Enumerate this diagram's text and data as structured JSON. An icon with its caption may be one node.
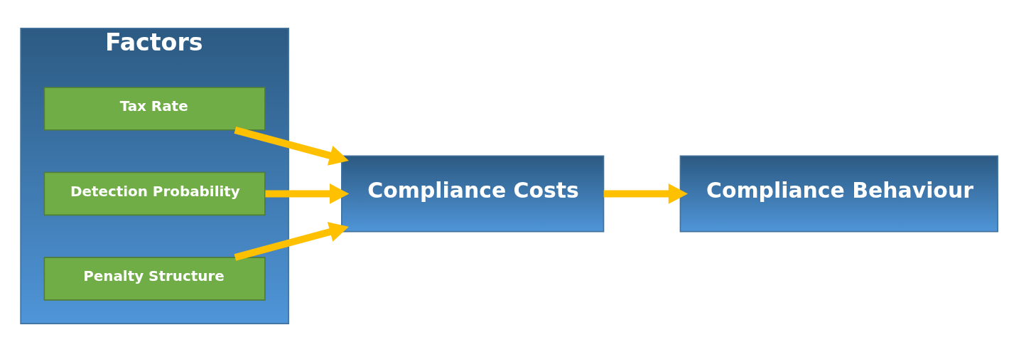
{
  "diagram": {
    "nodes": [
      {
        "text": [
          "Factors"
        ]
      },
      {
        "text": [
          "Tax Rate"
        ],
        "in": 0
      },
      {
        "text": [
          "Detection Probability"
        ],
        "in": 0
      },
      {
        "text": [
          "Penalty Structure"
        ],
        "in": 0
      },
      {
        "text": [
          "Compliance Costs"
        ]
      },
      {
        "text": [
          "Compliance Behaviour"
        ]
      }
    ],
    "edges": [
      {
        "from": 1,
        "to": 4,
        "arrow": "to"
      },
      {
        "from": 2,
        "to": 4,
        "arrow": "to"
      },
      {
        "from": 3,
        "to": 4,
        "arrow": "to"
      },
      {
        "from": 4,
        "to": 5,
        "arrow": "to"
      }
    ]
  }
}
